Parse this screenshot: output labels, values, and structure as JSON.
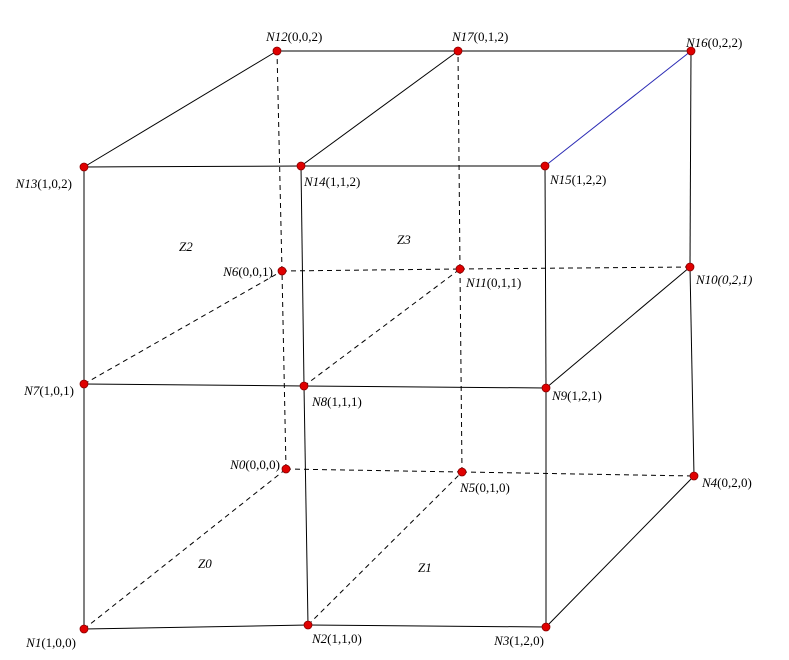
{
  "colors": {
    "edge": "#000000",
    "highlight_edge": "#2a2ab4",
    "node_fill": "#e00000",
    "node_stroke": "#8a0000"
  },
  "nodes": [
    {
      "id": "N0",
      "name": "N0",
      "coord": "(0,0,0)",
      "italic_coord": false
    },
    {
      "id": "N1",
      "name": "N1",
      "coord": "(1,0,0)",
      "italic_coord": false
    },
    {
      "id": "N2",
      "name": "N2",
      "coord": "(1,1,0)",
      "italic_coord": false
    },
    {
      "id": "N3",
      "name": "N3",
      "coord": "(1,2,0)",
      "italic_coord": false
    },
    {
      "id": "N4",
      "name": "N4",
      "coord": "(0,2,0)",
      "italic_coord": false
    },
    {
      "id": "N5",
      "name": "N5",
      "coord": "(0,1,0)",
      "italic_coord": false
    },
    {
      "id": "N6",
      "name": "N6",
      "coord": "(0,0,1)",
      "italic_coord": false
    },
    {
      "id": "N7",
      "name": "N7",
      "coord": "(1,0,1)",
      "italic_coord": false
    },
    {
      "id": "N8",
      "name": "N8",
      "coord": "(1,1,1)",
      "italic_coord": false
    },
    {
      "id": "N9",
      "name": "N9",
      "coord": "(1,2,1)",
      "italic_coord": false
    },
    {
      "id": "N10",
      "name": "N10",
      "coord": "(0,2,1)",
      "italic_coord": true
    },
    {
      "id": "N11",
      "name": "N11",
      "coord": "(0,1,1)",
      "italic_coord": false
    },
    {
      "id": "N12",
      "name": "N12",
      "coord": "(0,0,2)",
      "italic_coord": false
    },
    {
      "id": "N13",
      "name": "N13",
      "coord": "(1,0,2)",
      "italic_coord": false
    },
    {
      "id": "N14",
      "name": "N14",
      "coord": "(1,1,2)",
      "italic_coord": false
    },
    {
      "id": "N15",
      "name": "N15",
      "coord": "(1,2,2)",
      "italic_coord": false
    },
    {
      "id": "N16",
      "name": "N16",
      "coord": "(0,2,2)",
      "italic_coord": false
    },
    {
      "id": "N17",
      "name": "N17",
      "coord": "(0,1,2)",
      "italic_coord": false
    }
  ],
  "edges": {
    "solid": [
      [
        "N1",
        "N2"
      ],
      [
        "N2",
        "N3"
      ],
      [
        "N3",
        "N4"
      ],
      [
        "N3",
        "N9"
      ],
      [
        "N9",
        "N15"
      ],
      [
        "N4",
        "N10"
      ],
      [
        "N10",
        "N16"
      ],
      [
        "N9",
        "N10"
      ],
      [
        "N7",
        "N8"
      ],
      [
        "N8",
        "N9"
      ],
      [
        "N1",
        "N7"
      ],
      [
        "N7",
        "N13"
      ],
      [
        "N2",
        "N8"
      ],
      [
        "N8",
        "N14"
      ],
      [
        "N13",
        "N14"
      ],
      [
        "N14",
        "N15"
      ],
      [
        "N12",
        "N17"
      ],
      [
        "N17",
        "N16"
      ],
      [
        "N13",
        "N12"
      ],
      [
        "N14",
        "N17"
      ]
    ],
    "dashed": [
      [
        "N0",
        "N5"
      ],
      [
        "N5",
        "N4"
      ],
      [
        "N6",
        "N11"
      ],
      [
        "N11",
        "N10"
      ],
      [
        "N0",
        "N6"
      ],
      [
        "N6",
        "N12"
      ],
      [
        "N5",
        "N11"
      ],
      [
        "N11",
        "N17"
      ],
      [
        "N1",
        "N0"
      ],
      [
        "N2",
        "N5"
      ],
      [
        "N7",
        "N6"
      ],
      [
        "N8",
        "N11"
      ]
    ],
    "highlight": [
      [
        "N15",
        "N16"
      ]
    ]
  },
  "zones": [
    "Z0",
    "Z1",
    "Z2",
    "Z3"
  ]
}
